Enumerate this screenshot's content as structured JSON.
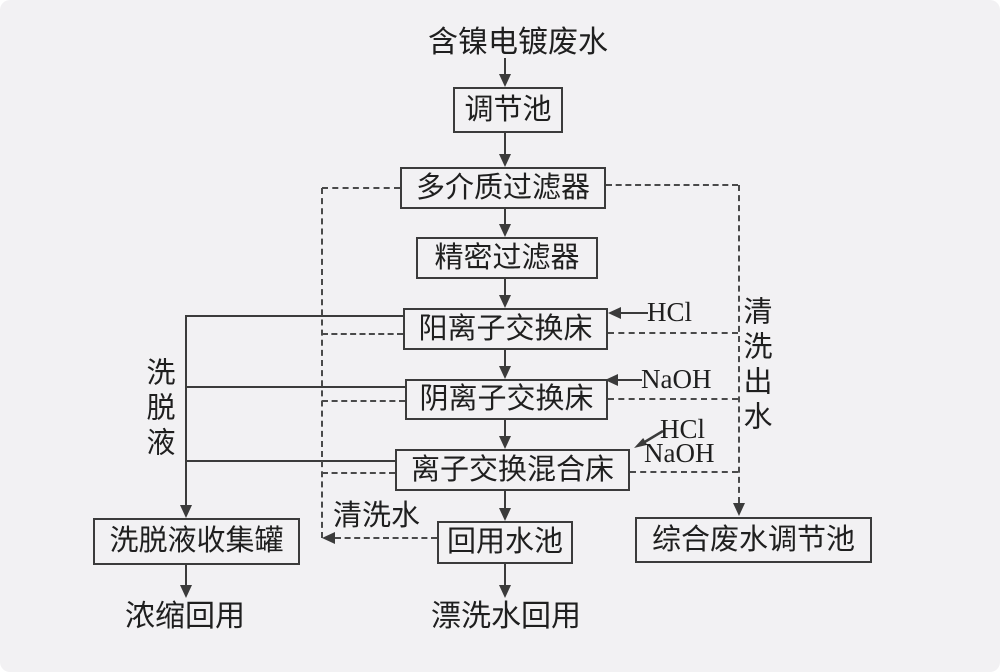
{
  "canvas": {
    "background": "#f2f1f3",
    "ink_color": "#3b3b3b"
  },
  "flow": {
    "source_label": "含镍电镀废水",
    "nodes": {
      "regulating_pool": "调节池",
      "multimedia_filter": "多介质过滤器",
      "precision_filter": "精密过滤器",
      "cation_exchange_bed": "阳离子交换床",
      "anion_exchange_bed": "阴离子交换床",
      "mixed_exchange_bed": "离子交换混合床",
      "reuse_pool": "回用水池",
      "eluent_collection_tank": "洗脱液收集罐",
      "comprehensive_wastewater_pool": "综合废水调节池"
    },
    "terminals": {
      "concentrate_reuse": "浓缩回用",
      "rinse_water_reuse": "漂洗水回用"
    },
    "streams": {
      "eluent": "洗脱液",
      "cleaning_water": "清洗水",
      "cleaning_effluent": "清洗出水"
    },
    "reagents": {
      "cation_hcl": "HCl",
      "anion_naoh": "NaOH",
      "mixed_hcl": "HCl",
      "mixed_naoh": "NaOH"
    }
  }
}
